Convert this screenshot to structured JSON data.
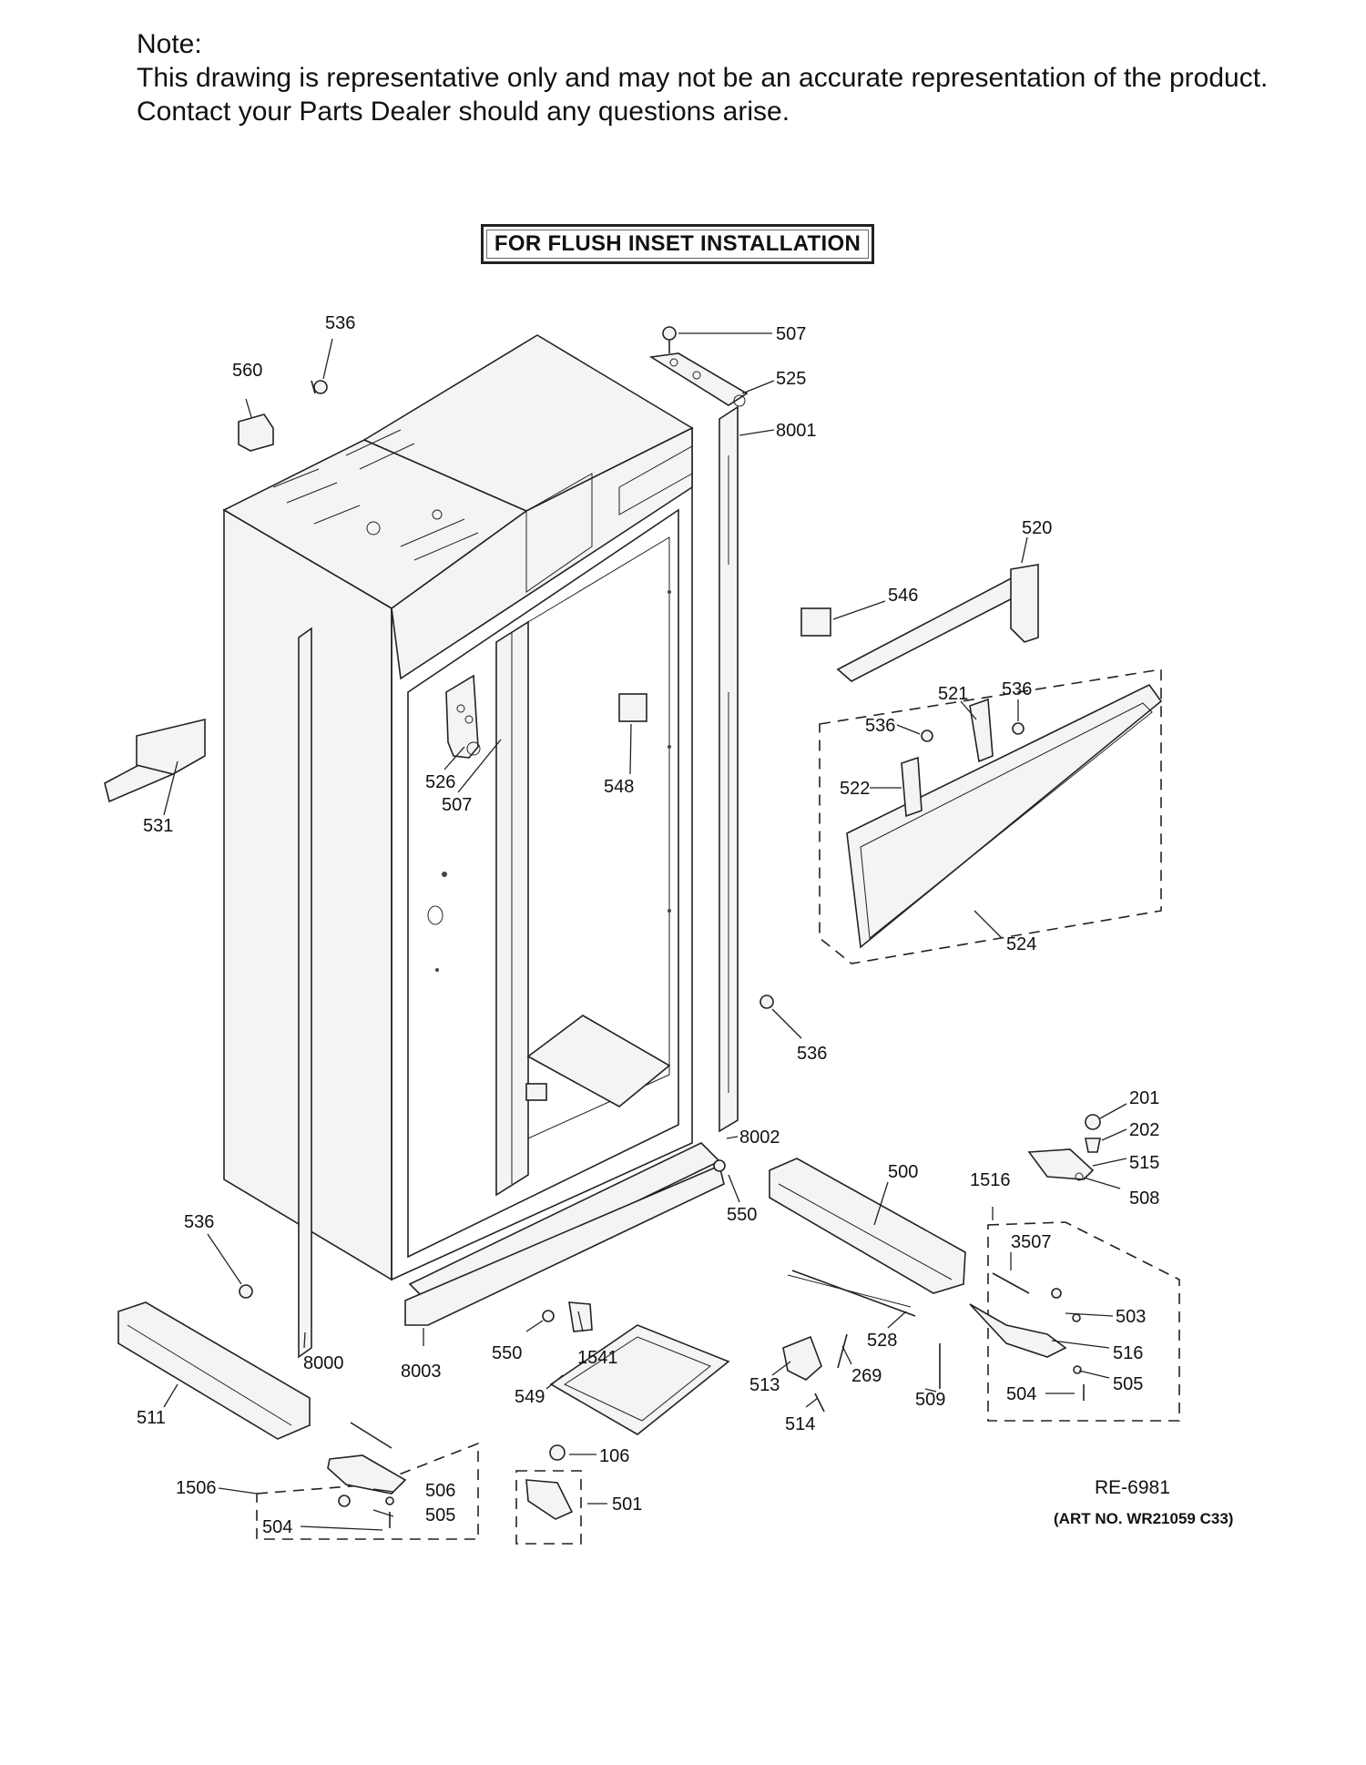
{
  "note": {
    "heading": "Note:",
    "line1": "This drawing is representative only and may not be an accurate representation of the product.",
    "line2": "Contact your Parts Dealer should any questions arise."
  },
  "banner": "FOR FLUSH INSET INSTALLATION",
  "reference_code": "RE-6981",
  "art_number": "(ART NO. WR21059 C33)",
  "callouts": [
    {
      "id": "c536a",
      "text": "536"
    },
    {
      "id": "c560",
      "text": "560"
    },
    {
      "id": "c507a",
      "text": "507"
    },
    {
      "id": "c525",
      "text": "525"
    },
    {
      "id": "c8001",
      "text": "8001"
    },
    {
      "id": "c520",
      "text": "520"
    },
    {
      "id": "c546",
      "text": "546"
    },
    {
      "id": "c521",
      "text": "521"
    },
    {
      "id": "c536b",
      "text": "536"
    },
    {
      "id": "c536c",
      "text": "536"
    },
    {
      "id": "c522",
      "text": "522"
    },
    {
      "id": "c524",
      "text": "524"
    },
    {
      "id": "c531",
      "text": "531"
    },
    {
      "id": "c526",
      "text": "526"
    },
    {
      "id": "c507b",
      "text": "507"
    },
    {
      "id": "c548",
      "text": "548"
    },
    {
      "id": "c536d",
      "text": "536"
    },
    {
      "id": "c8002",
      "text": "8002"
    },
    {
      "id": "c550a",
      "text": "550"
    },
    {
      "id": "c500",
      "text": "500"
    },
    {
      "id": "c201",
      "text": "201"
    },
    {
      "id": "c202",
      "text": "202"
    },
    {
      "id": "c515",
      "text": "515"
    },
    {
      "id": "c508",
      "text": "508"
    },
    {
      "id": "c1516",
      "text": "1516"
    },
    {
      "id": "c3507",
      "text": "3507"
    },
    {
      "id": "c503",
      "text": "503"
    },
    {
      "id": "c516",
      "text": "516"
    },
    {
      "id": "c505a",
      "text": "505"
    },
    {
      "id": "c504a",
      "text": "504"
    },
    {
      "id": "c509",
      "text": "509"
    },
    {
      "id": "c528",
      "text": "528"
    },
    {
      "id": "c269",
      "text": "269"
    },
    {
      "id": "c513",
      "text": "513"
    },
    {
      "id": "c514",
      "text": "514"
    },
    {
      "id": "c536e",
      "text": "536"
    },
    {
      "id": "c8000",
      "text": "8000"
    },
    {
      "id": "c8003",
      "text": "8003"
    },
    {
      "id": "c550b",
      "text": "550"
    },
    {
      "id": "c1541",
      "text": "1541"
    },
    {
      "id": "c549",
      "text": "549"
    },
    {
      "id": "c511",
      "text": "511"
    },
    {
      "id": "c1506",
      "text": "1506"
    },
    {
      "id": "c506",
      "text": "506"
    },
    {
      "id": "c505b",
      "text": "505"
    },
    {
      "id": "c504b",
      "text": "504"
    },
    {
      "id": "c106",
      "text": "106"
    },
    {
      "id": "c501",
      "text": "501"
    }
  ]
}
